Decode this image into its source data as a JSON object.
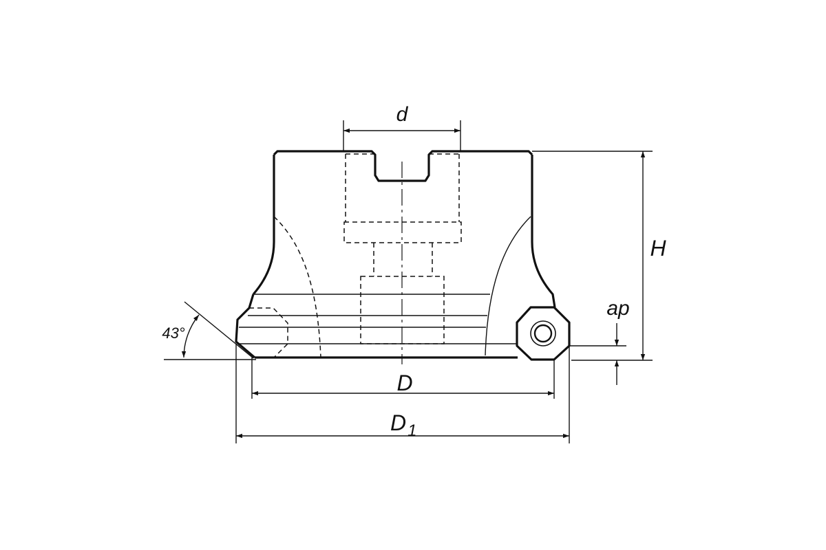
{
  "drawing": {
    "labels": {
      "d": "d",
      "H": "H",
      "ap": "ap",
      "D": "D",
      "D1_main": "D",
      "D1_sub": "1",
      "angle": "43°"
    }
  }
}
